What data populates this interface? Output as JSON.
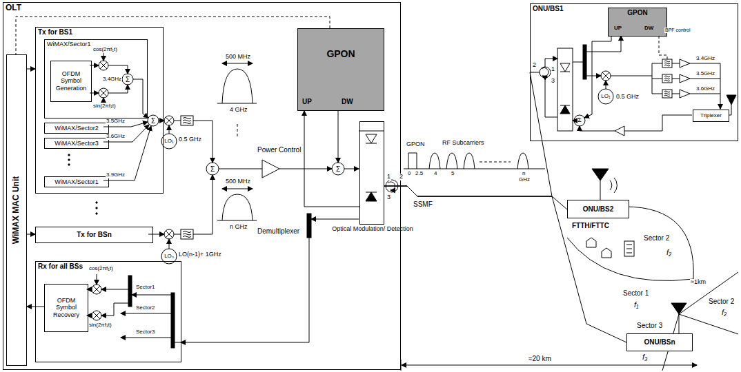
{
  "diagram": {
    "nodes": [
      {
        "text": [
          "OLT"
        ]
      },
      {
        "text": [
          "WiMAX MAC Unit"
        ],
        "in": 0
      },
      {
        "text": [
          "Tx for BS1"
        ],
        "in": 0
      },
      {
        "text": [
          "WiMAX/Sector1"
        ],
        "in": 2
      },
      {
        "text": [
          "OFDM Symbol Generation"
        ],
        "in": 3
      },
      {
        "text": [
          "WiMAX/Sector2"
        ],
        "in": 2
      },
      {
        "text": [
          "WiMAX/Sector3"
        ],
        "in": 2
      },
      {
        "text": [
          "WiMAX/Sector1"
        ],
        "in": 2
      },
      {
        "text": [
          "Tx for BSn"
        ],
        "in": 0
      },
      {
        "text": [
          "GPON",
          "UP",
          "DW"
        ],
        "in": 0
      },
      {
        "text": [
          "Optical Modulation/ Detection"
        ],
        "in": 0
      },
      {
        "text": [
          "Rx for all BSs"
        ],
        "in": 0
      },
      {
        "text": [
          "OFDM Symbol Recovery"
        ],
        "in": 11
      },
      {
        "text": [
          "ONU/BS1"
        ]
      },
      {
        "text": [
          "GPON",
          "UP",
          "DW"
        ],
        "in": 13
      },
      {
        "text": [
          "Triplexer"
        ],
        "in": 13
      },
      {
        "text": [
          "ONU/BS2"
        ]
      },
      {
        "text": [
          "ONU/BSn"
        ]
      }
    ],
    "edges": [
      {
        "from": 1,
        "to": 2,
        "arrow": "to"
      },
      {
        "from": 1,
        "to": 8,
        "arrow": "to"
      },
      {
        "from": 12,
        "to": 1,
        "arrow": "to"
      },
      {
        "from": 9,
        "to": 1,
        "arrow": "none"
      },
      {
        "from": 10,
        "to": 9,
        "arrow": "to"
      },
      {
        "from": 10,
        "to": 13,
        "arrow": "none"
      },
      {
        "from": 10,
        "to": 16,
        "arrow": "none"
      },
      {
        "from": 10,
        "to": 17,
        "arrow": "none"
      }
    ],
    "labels": [
      "cos(2πf₁t)",
      "sin(2πf₁t)",
      "Σ",
      "3.4GHz",
      "3.5GHz",
      "3.6GHz",
      "3.9GHz",
      "Σ",
      "LO₁",
      "0.5 GHz",
      "500 MHz",
      "4 GHz",
      "500 MHz",
      "n GHz",
      "LOₙ",
      "LO(n-1)+ 1GHz",
      "Σ",
      "Power Control",
      "Σ",
      "Demultiplexer",
      "cos(2πf₁t)",
      "sin(2πf₁t)",
      "Sector1",
      "Sector2",
      "Sector3",
      "1",
      "2",
      "3",
      "GPON",
      "RF Subcarriers",
      "0",
      "2.5",
      "4",
      "5",
      "n",
      "GHz",
      "SSMF",
      "≈20 km",
      "2",
      "1",
      "3",
      "LO₁",
      "0.5 GHz",
      "BPF control",
      "3.4GHz",
      "3.5GHz",
      "3.6GHz",
      "Σ",
      "FTTH/FTTC",
      "Sector 2",
      "f₂",
      "Sector 1",
      "f₁",
      "≈1km",
      "Sector 2",
      "f₂",
      "Sector 3",
      "f₃"
    ]
  }
}
